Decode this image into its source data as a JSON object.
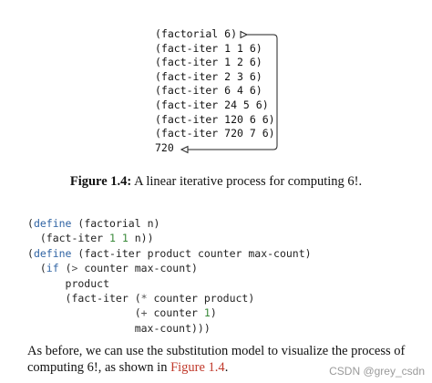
{
  "trace": [
    "(factorial 6)",
    "(fact-iter 1 1 6)",
    "(fact-iter 1 2 6)",
    "(fact-iter 2 3 6)",
    "(fact-iter 6 4 6)",
    "(fact-iter 24 5 6)",
    "(fact-iter 120 6 6)",
    "(fact-iter 720 7 6)",
    "720"
  ],
  "caption": {
    "label": "Figure 1.4:",
    "text": " A linear iterative process for computing 6!."
  },
  "code": {
    "l1_kw": "define",
    "l1_rest": " (factorial n)",
    "l2_a": "  (fact-iter ",
    "l2_n1": "1",
    "l2_sp": " ",
    "l2_n2": "1",
    "l2_b": " n))",
    "l3_kw": "define",
    "l3_rest": " (fact-iter product counter max-count)",
    "l4_a": "  (",
    "l4_kw": "if",
    "l4_b": " (",
    "l4_op": ">",
    "l4_c": " counter max-count)",
    "l5": "      product",
    "l6_a": "      (fact-iter (",
    "l6_op": "*",
    "l6_b": " counter product)",
    "l7_a": "                 (",
    "l7_op": "+",
    "l7_b": " counter ",
    "l7_n": "1",
    "l7_c": ")",
    "l8": "                 max-count)))"
  },
  "paragraph": {
    "text1": "As before, we can use the substitution model to visualize the process of computing 6!, as shown in ",
    "link": "Figure 1.4",
    "text2": "."
  },
  "watermark": "CSDN @grey_csdn"
}
